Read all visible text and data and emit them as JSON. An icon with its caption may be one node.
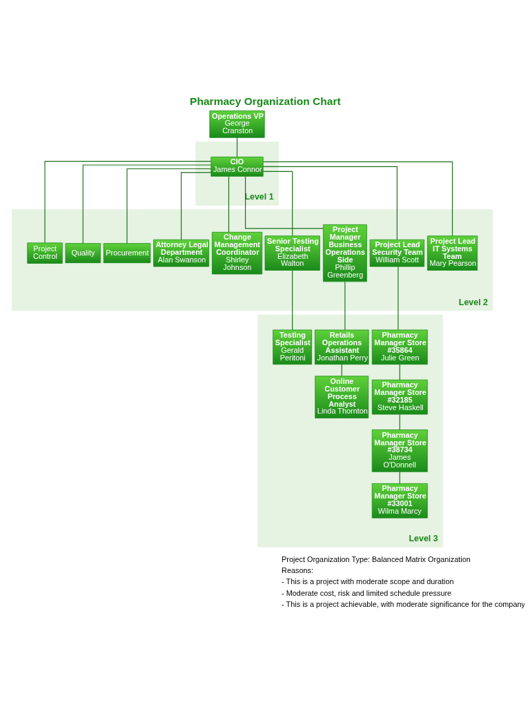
{
  "diagram": {
    "title": "Pharmacy Organization Chart",
    "nodes": [
      {
        "text": [
          "Operations VP",
          "George Cranston"
        ]
      },
      {
        "text": [
          "Level 1"
        ]
      },
      {
        "text": [
          "CIO",
          "James Connor"
        ],
        "in": 1
      },
      {
        "text": [
          "Level 2"
        ]
      },
      {
        "text": [
          "Project Lead IT Systems Team",
          "Mary Pearson"
        ],
        "in": 3
      },
      {
        "text": [
          "Project Lead Security Team",
          "William Scott"
        ],
        "in": 3
      },
      {
        "text": [
          "Project Manager Business Operations Side",
          "Phillip Greenberg"
        ],
        "in": 3
      },
      {
        "text": [
          "Senior Testing Specialist",
          "Elizabeth Walton"
        ],
        "in": 3
      },
      {
        "text": [
          "Change Management Coordinator",
          "Shirley Johnson"
        ],
        "in": 3
      },
      {
        "text": [
          "Attorney Legal Department",
          "Alan Swanson"
        ],
        "in": 3
      },
      {
        "text": [
          "Procurement"
        ],
        "in": 3
      },
      {
        "text": [
          "Quality"
        ],
        "in": 3
      },
      {
        "text": [
          "Project Control"
        ],
        "in": 3
      },
      {
        "text": [
          "Level 3"
        ]
      },
      {
        "text": [
          "Pharmacy Manager Store #35864",
          "Julie Green"
        ],
        "in": 13
      },
      {
        "text": [
          "Retails Operations Assistant",
          "Jonathan Perry"
        ],
        "in": 13
      },
      {
        "text": [
          "Testing Specialist",
          "Gerald Peritoni"
        ],
        "in": 13
      },
      {
        "text": [
          "Pharmacy Manager Store #32185",
          "Steve Haskell"
        ],
        "in": 13
      },
      {
        "text": [
          "Online Customer Process Analyst",
          "Linda Thornton"
        ],
        "in": 13
      },
      {
        "text": [
          "Pharmacy Manager Store #38734",
          "James O'Donnell"
        ],
        "in": 13
      },
      {
        "text": [
          "Pharmacy Manager Store #33001",
          "Wilma Marcy"
        ],
        "in": 13
      }
    ],
    "edges": [
      {
        "from": 0,
        "to": 2,
        "arrow": "none"
      },
      {
        "from": 2,
        "to": 4,
        "arrow": "none"
      },
      {
        "from": 2,
        "to": 5,
        "arrow": "none"
      },
      {
        "from": 2,
        "to": 6,
        "arrow": "none"
      },
      {
        "from": 2,
        "to": 7,
        "arrow": "none"
      },
      {
        "from": 2,
        "to": 8,
        "arrow": "none"
      },
      {
        "from": 2,
        "to": 9,
        "arrow": "none"
      },
      {
        "from": 2,
        "to": 10,
        "arrow": "none"
      },
      {
        "from": 2,
        "to": 11,
        "arrow": "none"
      },
      {
        "from": 2,
        "to": 12,
        "arrow": "none"
      },
      {
        "from": 5,
        "to": 14,
        "arrow": "none"
      },
      {
        "from": 6,
        "to": 15,
        "arrow": "none"
      },
      {
        "from": 7,
        "to": 16,
        "arrow": "none"
      },
      {
        "from": 14,
        "to": 17,
        "arrow": "none"
      },
      {
        "from": 15,
        "to": 18,
        "arrow": "none"
      },
      {
        "from": 17,
        "to": 19,
        "arrow": "none"
      },
      {
        "from": 19,
        "to": 20,
        "arrow": "none"
      }
    ],
    "labels": [
      "Project Organization Type: Balanced Matrix Organization",
      "Reasons:",
      "- This is a project with moderate scope and duration",
      "- Moderate cost, risk and limited schedule pressure",
      "- This is a project achievable, with moderate significance for the company"
    ]
  }
}
